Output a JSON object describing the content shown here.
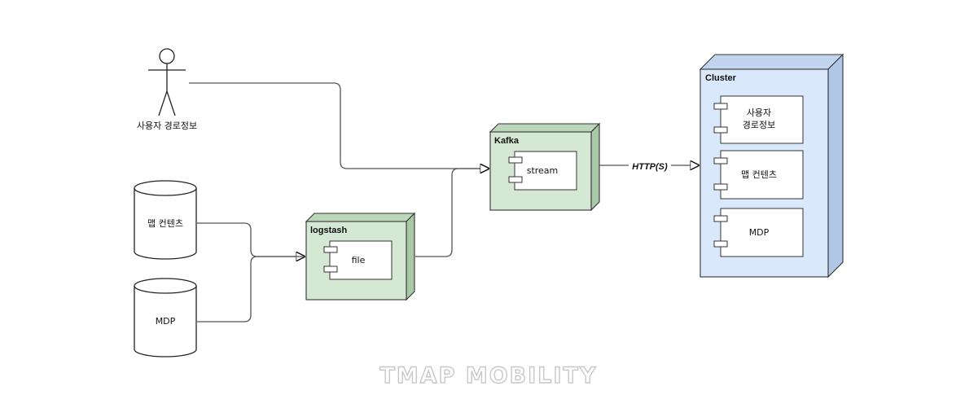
{
  "colors": {
    "node_green": "#d5e8d4",
    "node_blue": "#dae8fc",
    "stroke": "#333333",
    "edge": "#555555"
  },
  "actor": {
    "label": "사용자 경로정보"
  },
  "databases": {
    "map_contents": "맵 컨텐츠",
    "mdp": "MDP"
  },
  "nodes": {
    "logstash": {
      "title": "logstash",
      "component": "file"
    },
    "kafka": {
      "title": "Kafka",
      "component": "stream"
    },
    "cluster": {
      "title": "Cluster",
      "components": [
        {
          "line1": "사용자",
          "line2": "경로정보"
        },
        {
          "line1": "맵 컨텐츠",
          "line2": ""
        },
        {
          "line1": "MDP",
          "line2": ""
        }
      ]
    }
  },
  "edges": {
    "kafka_to_cluster": "HTTP(S)"
  },
  "watermark": "TMAP MOBILITY"
}
